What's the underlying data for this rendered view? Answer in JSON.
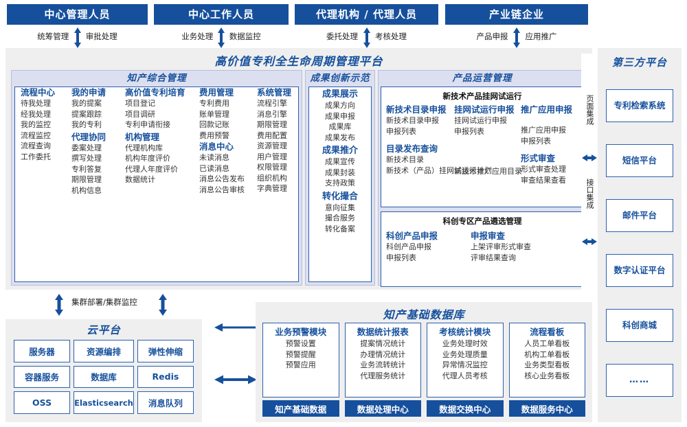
{
  "roles": [
    {
      "title": "中心管理人员",
      "left_label": "统筹管理",
      "right_label": "审批处理"
    },
    {
      "title": "中心工作人员",
      "left_label": "业务处理",
      "right_label": "数据监控"
    },
    {
      "title": "代理机构 / 代理人员",
      "left_label": "委托处理",
      "right_label": "考核处理"
    },
    {
      "title": "产业链企业",
      "left_label": "产品申报",
      "right_label": "应用推广"
    }
  ],
  "platform": {
    "title": "高价值专利全生命周期管理平台",
    "sections": [
      {
        "title": "知产综合管理",
        "columns": [
          {
            "groups": [
              {
                "title": "流程中心",
                "items": [
                  "待我处理",
                  "经我处理",
                  "我的监控",
                  "流程监控",
                  "流程查询",
                  "工作委托"
                ]
              }
            ]
          },
          {
            "groups": [
              {
                "title": "我的申请",
                "items": [
                  "我的提案",
                  "提案跟踪",
                  "我的专利"
                ]
              },
              {
                "title": "代理协同",
                "items": [
                  "委案处理",
                  "撰写处理",
                  "专利答复",
                  "期限管理",
                  "机构信息"
                ]
              }
            ]
          },
          {
            "groups": [
              {
                "title": "高价值专利培育",
                "items": [
                  "项目登记",
                  "项目调研",
                  "专利申请衔接"
                ]
              },
              {
                "title": "机构管理",
                "items": [
                  "代理机构库",
                  "机构年度评价",
                  "代理人年度评价",
                  "数据统计"
                ]
              }
            ]
          },
          {
            "groups": [
              {
                "title": "费用管理",
                "items": [
                  "专利费用",
                  "账单管理",
                  "回款记账",
                  "费用预警"
                ]
              },
              {
                "title": "消息中心",
                "items": [
                  "未读消息",
                  "已读消息",
                  "消息公告发布",
                  "消息公告审核"
                ]
              }
            ]
          },
          {
            "groups": [
              {
                "title": "系统管理",
                "items": [
                  "流程引擎",
                  "消息引擎",
                  "期限管理",
                  "费用配置",
                  "资源管理",
                  "用户管理",
                  "权限管理",
                  "组织机构",
                  "字典管理"
                ]
              }
            ]
          }
        ]
      },
      {
        "title": "成果创新示范",
        "columns": [
          {
            "groups": [
              {
                "title": "成果展示",
                "items": [
                  "成果方向",
                  "成果申报",
                  "成果库",
                  "成果发布"
                ]
              },
              {
                "title": "成果推介",
                "items": [
                  "成果宣传",
                  "成果封装",
                  "支持政策"
                ]
              },
              {
                "title": "转化撮合",
                "items": [
                  "意向征集",
                  "撮合服务",
                  "转化备案"
                ]
              }
            ]
          }
        ]
      },
      {
        "title": "产品运营管理",
        "sub_boxes": [
          {
            "head": "新技术产品挂网试运行",
            "columns": [
              {
                "groups": [
                  {
                    "title": "新技术目录申报",
                    "items": [
                      "新技术目录申报",
                      "申报列表"
                    ]
                  },
                  {
                    "title": "目录发布查询",
                    "items": [
                      "新技术目录",
                      "新技术（产品）挂网试运行计划"
                    ]
                  }
                ]
              },
              {
                "groups": [
                  {
                    "title": "挂网试运行申报",
                    "items": [
                      "挂网试运行申报",
                      "申报列表"
                    ]
                  },
                  {
                    "title": "",
                    "items": [
                      "新技术推广应用目录"
                    ]
                  }
                ]
              },
              {
                "groups": [
                  {
                    "title": "推广应用申报",
                    "items": [
                      "推广应用申报",
                      "申报列表"
                    ]
                  },
                  {
                    "title": "形式审查",
                    "items": [
                      "形式审查处理",
                      "审查结果查看"
                    ]
                  }
                ]
              }
            ]
          },
          {
            "head": "科创专区产品遴选管理",
            "columns": [
              {
                "groups": [
                  {
                    "title": "科创产品申报",
                    "items": [
                      "科创产品申报",
                      "申报列表"
                    ]
                  }
                ]
              },
              {
                "groups": [
                  {
                    "title": "申报审查",
                    "items": [
                      "上架评审形式审查",
                      "评审结果查询"
                    ]
                  }
                ]
              }
            ]
          }
        ]
      }
    ]
  },
  "integration": {
    "page_label": "页面集成",
    "api_label": "接口集成"
  },
  "third_party": {
    "title": "第三方平台",
    "items": [
      "专利检索系统",
      "短信平台",
      "邮件平台",
      "数字认证平台",
      "科创商城",
      "……"
    ]
  },
  "cluster_label": "集群部署/集群监控",
  "cloud": {
    "title": "云平台",
    "cells": [
      "服务器",
      "资源编排",
      "弹性伸缩",
      "容器服务",
      "数据库",
      "Redis",
      "OSS",
      "Elasticsearch",
      "消息队列"
    ]
  },
  "database": {
    "title": "知产基础数据库",
    "columns": [
      {
        "header": "业务预警模块",
        "items": [
          "预警设置",
          "预警提醒",
          "预警应用"
        ],
        "footer": "知产基础数据"
      },
      {
        "header": "数据统计报表",
        "items": [
          "提案情况统计",
          "办理情况统计",
          "业务流转统计",
          "代理服务统计"
        ],
        "footer": "数据处理中心"
      },
      {
        "header": "考核统计模块",
        "items": [
          "业务处理时效",
          "业务处理质量",
          "异常情况监控",
          "代理人员考核"
        ],
        "footer": "数据交换中心"
      },
      {
        "header": "流程看板",
        "items": [
          "人员工单看板",
          "机构工单看板",
          "业务类型看板",
          "核心业务看板"
        ],
        "footer": "数据服务中心"
      }
    ]
  },
  "colors": {
    "brand_blue": "#16509c",
    "border_blue": "#2c5fab",
    "panel_gray": "#efefef",
    "section_lavender": "#dcdff0"
  }
}
